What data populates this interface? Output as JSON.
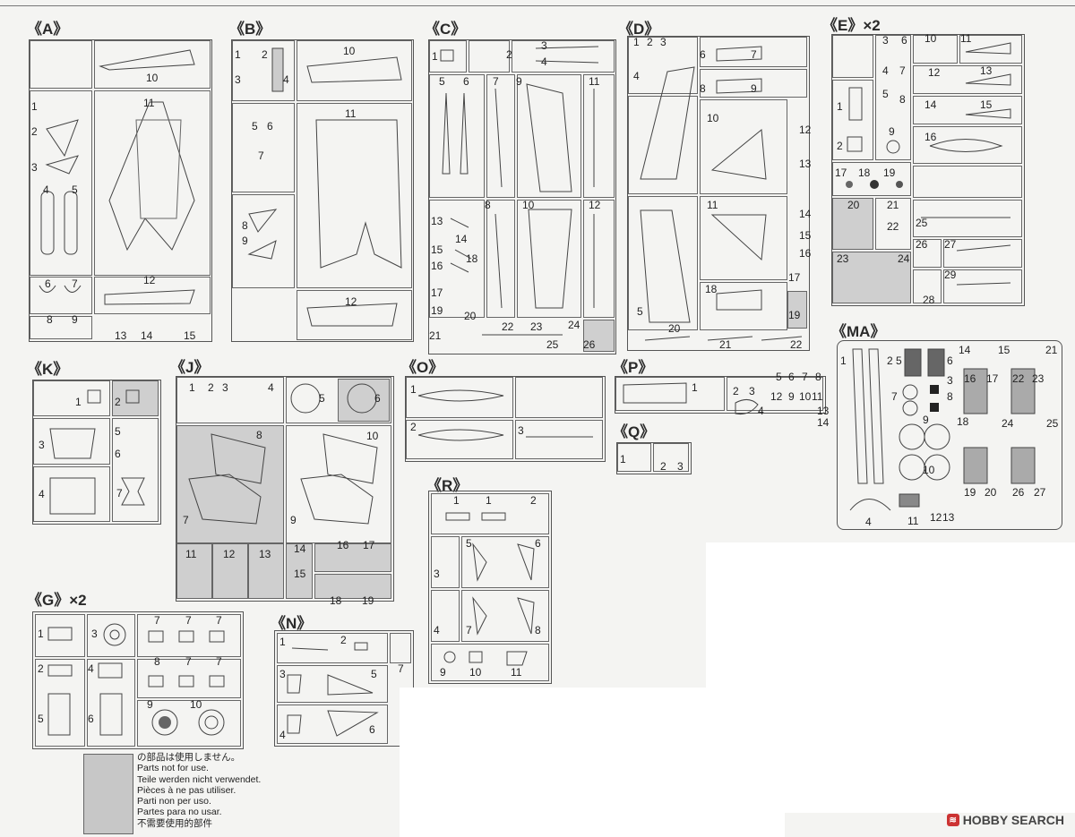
{
  "sprues": {
    "A": {
      "label": "《A》",
      "numbers": [
        "10",
        "1",
        "11",
        "2",
        "3",
        "4",
        "5",
        "6",
        "7",
        "12",
        "8",
        "9",
        "13",
        "14",
        "15"
      ]
    },
    "B": {
      "label": "《B》",
      "numbers": [
        "1",
        "2",
        "3",
        "4",
        "10",
        "5",
        "6",
        "11",
        "7",
        "8",
        "9",
        "12"
      ]
    },
    "C": {
      "label": "《C》",
      "numbers": [
        "1",
        "2",
        "3",
        "4",
        "5",
        "6",
        "7",
        "9",
        "11",
        "8",
        "10",
        "12",
        "13",
        "14",
        "15",
        "18",
        "16",
        "17",
        "19",
        "20",
        "21",
        "22",
        "23",
        "24",
        "25",
        "26"
      ]
    },
    "D": {
      "label": "《D》",
      "numbers": [
        "1",
        "2",
        "3",
        "6",
        "7",
        "4",
        "8",
        "9",
        "10",
        "12",
        "13",
        "11",
        "14",
        "15",
        "16",
        "17",
        "5",
        "18",
        "19",
        "20",
        "21",
        "22"
      ]
    },
    "E": {
      "label": "《E》×2",
      "numbers": [
        "3",
        "6",
        "10",
        "11",
        "12",
        "13",
        "4",
        "7",
        "1",
        "5",
        "8",
        "14",
        "15",
        "9",
        "16",
        "2",
        "17",
        "18",
        "19",
        "20",
        "21",
        "22",
        "25",
        "23",
        "24",
        "26",
        "27",
        "29",
        "28"
      ]
    },
    "K": {
      "label": "《K》",
      "numbers": [
        "1",
        "2",
        "3",
        "5",
        "6",
        "4",
        "7"
      ]
    },
    "J": {
      "label": "《J》",
      "numbers": [
        "1",
        "2",
        "3",
        "4",
        "5",
        "6",
        "8",
        "10",
        "7",
        "9",
        "11",
        "12",
        "13",
        "14",
        "15",
        "16",
        "17",
        "18",
        "19"
      ]
    },
    "O": {
      "label": "《O》",
      "numbers": [
        "1",
        "2",
        "3"
      ]
    },
    "P": {
      "label": "《P》",
      "numbers": [
        "1",
        "2",
        "3",
        "4",
        "5",
        "6",
        "7",
        "8",
        "12",
        "9",
        "10",
        "11",
        "13",
        "14"
      ]
    },
    "Q": {
      "label": "《Q》",
      "numbers": [
        "1",
        "2",
        "3"
      ]
    },
    "MA": {
      "label": "《MA》",
      "numbers": [
        "1",
        "2",
        "5",
        "6",
        "14",
        "15",
        "21",
        "7",
        "3",
        "8",
        "16",
        "17",
        "22",
        "23",
        "18",
        "24",
        "25",
        "9",
        "10",
        "19",
        "20",
        "26",
        "27",
        "4",
        "11",
        "12",
        "13"
      ]
    },
    "R": {
      "label": "《R》",
      "numbers": [
        "1",
        "1",
        "2",
        "5",
        "6",
        "3",
        "4",
        "7",
        "8",
        "9",
        "10",
        "11"
      ]
    },
    "G": {
      "label": "《G》×2",
      "numbers": [
        "1",
        "3",
        "7",
        "7",
        "7",
        "2",
        "4",
        "8",
        "7",
        "7",
        "5",
        "6",
        "9",
        "10"
      ]
    },
    "N": {
      "label": "《N》",
      "numbers": [
        "1",
        "2",
        "3",
        "5",
        "7",
        "4",
        "6"
      ]
    }
  },
  "legend": {
    "lines": [
      "の部品は使用しません。",
      "Parts not for use.",
      "Teile werden nicht verwendet.",
      "Pièces à ne pas utiliser.",
      "Parti non per uso.",
      "Partes para no usar.",
      "不需要使用的部件"
    ]
  },
  "watermark": {
    "text": "HOBBY SEARCH",
    "badge": "≋"
  }
}
